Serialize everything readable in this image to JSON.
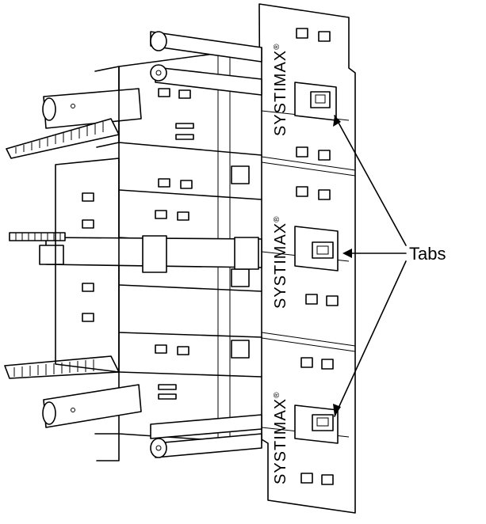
{
  "diagram": {
    "brand_text": "SYSTIMAX",
    "brand_mark": "®",
    "callout_label": "Tabs",
    "callouts": [
      {
        "target": "upper-tab"
      },
      {
        "target": "middle-tab"
      },
      {
        "target": "lower-tab"
      }
    ]
  }
}
